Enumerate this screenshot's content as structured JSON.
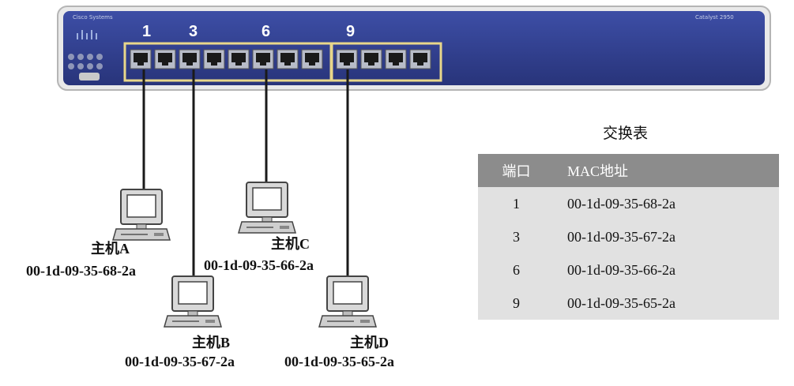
{
  "switch": {
    "brand": "Cisco Systems",
    "model": "Catalyst 2950",
    "port_numbers": [
      "1",
      "3",
      "6",
      "9"
    ]
  },
  "hosts": [
    {
      "name": "主机A",
      "mac": "00-1d-09-35-68-2a"
    },
    {
      "name": "主机B",
      "mac": "00-1d-09-35-67-2a"
    },
    {
      "name": "主机C",
      "mac": "00-1d-09-35-66-2a"
    },
    {
      "name": "主机D",
      "mac": "00-1d-09-35-65-2a"
    }
  ],
  "table": {
    "title": "交换表",
    "headers": [
      "端口",
      "MAC地址"
    ],
    "rows": [
      {
        "port": "1",
        "mac": "00-1d-09-35-68-2a"
      },
      {
        "port": "3",
        "mac": "00-1d-09-35-67-2a"
      },
      {
        "port": "6",
        "mac": "00-1d-09-35-66-2a"
      },
      {
        "port": "9",
        "mac": "00-1d-09-35-65-2a"
      }
    ]
  },
  "colors": {
    "switch_body": "#2f3d8f",
    "port_highlight": "#e8d78a",
    "table_header": "#8c8c8c",
    "table_row": "#e1e1e1"
  }
}
